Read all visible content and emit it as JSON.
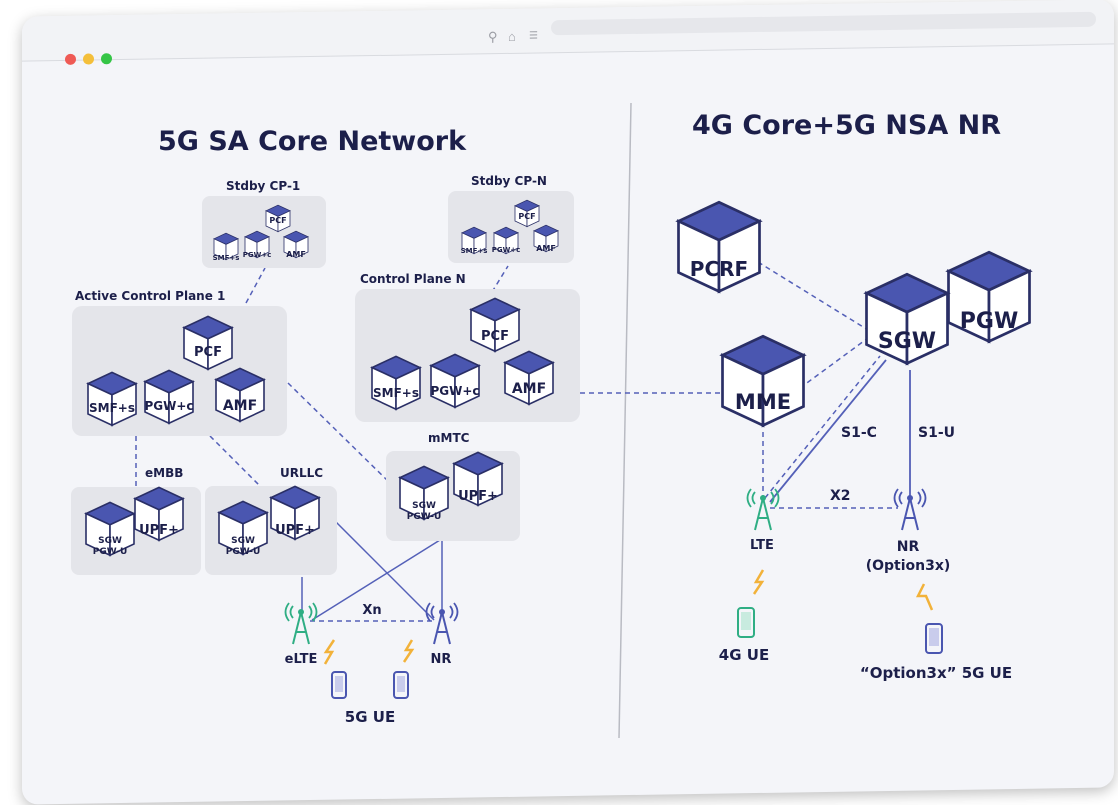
{
  "left_panel": {
    "title": "5G SA Core Network",
    "standby_1": {
      "label": "Stdby CP-1",
      "pcf": "PCF",
      "smf": "SMF+s",
      "pgw": "PGW+c",
      "amf": "AMF"
    },
    "standby_n": {
      "label": "Stdby CP-N",
      "pcf": "PCF",
      "smf": "SMF+s",
      "pgw": "PGW+c",
      "amf": "AMF"
    },
    "active_plane": {
      "label": "Active Control Plane 1",
      "pcf": "PCF",
      "smf": "SMF+s",
      "pgw": "PGW+c",
      "amf": "AMF"
    },
    "control_plane_n": {
      "label": "Control Plane N",
      "pcf": "PCF",
      "smf": "SMF+s",
      "pgw": "PGW+c",
      "amf": "AMF"
    },
    "embb": {
      "label": "eMBB",
      "sgw": [
        "SGW",
        "PGW-U"
      ],
      "upf": "UPF+"
    },
    "urllc": {
      "label": "URLLC",
      "sgw": [
        "SGW",
        "PGW-U"
      ],
      "upf": "UPF+"
    },
    "mmtc": {
      "label": "mMTC",
      "sgw": [
        "SGW",
        "PGW-U"
      ],
      "upf": "UPF+"
    },
    "elte": "eLTE",
    "nr": "NR",
    "xn": "Xn",
    "ue": "5G UE"
  },
  "right_panel": {
    "title": "4G Core+5G NSA NR",
    "pcrf": "PCRF",
    "sgw": "SGW",
    "pgw": "PGW",
    "mme": "MME",
    "s1c": "S1-C",
    "s1u": "S1-U",
    "x2": "X2",
    "lte": "LTE",
    "nr": [
      "NR",
      "(Option3x)"
    ],
    "ue_4g": "4G UE",
    "ue_5g": "“Option3x” 5G UE"
  },
  "colors": {
    "cube_top": "#4a56b0",
    "cube_stroke": "#2a2f66",
    "link": "#5460b8",
    "panel": "#e4e5ea",
    "antenna_green": "#2fae84",
    "signal": "#f2b23a",
    "text": "#1c1f4a"
  }
}
